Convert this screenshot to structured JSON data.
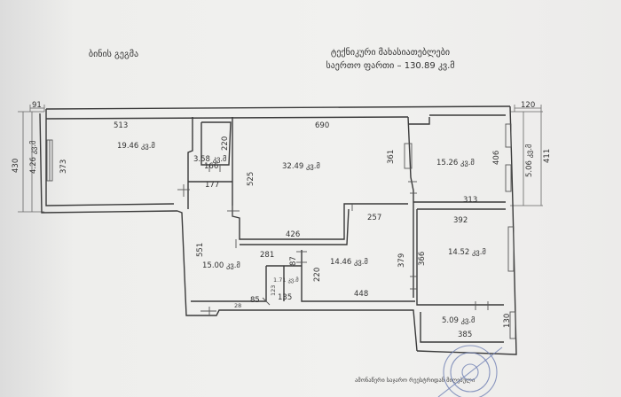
{
  "header": {
    "left_title": "ბინის გეგმა",
    "right_title": "ტექნიკური მახასიათებლები",
    "total_area": "საერთო ფართი – 130.89 კვ.მ"
  },
  "rooms": [
    {
      "id": "room-1",
      "area": "19.46 კვ.მ"
    },
    {
      "id": "room-2",
      "area": "3.58 კვ.მ"
    },
    {
      "id": "room-3",
      "area": "32.49 კვ.მ"
    },
    {
      "id": "room-4",
      "area": "15.26 კვ.მ"
    },
    {
      "id": "room-5",
      "area": "15.00 კვ.მ"
    },
    {
      "id": "room-6",
      "area": "14.46 კვ.მ"
    },
    {
      "id": "room-7",
      "area": "14.52 კვ.მ"
    },
    {
      "id": "room-8",
      "area": "5.09 კვ.მ"
    },
    {
      "id": "room-9",
      "area": "1.71 კვ.მ"
    },
    {
      "id": "room-10",
      "area": "4.26 კვ.მ"
    },
    {
      "id": "room-11",
      "area": "5.06 კვ.მ"
    }
  ],
  "dims": {
    "d91": "91",
    "d120": "120",
    "d513": "513",
    "d690": "690",
    "d430": "430",
    "d373": "373",
    "d220": "220",
    "d166": "166",
    "d177": "177",
    "d525": "525",
    "d361": "361",
    "d406": "406",
    "d411": "411",
    "d313": "313",
    "d257": "257",
    "d392": "392",
    "d426": "426",
    "d551": "551",
    "d281": "281",
    "d87": "87",
    "d220b": "220",
    "d379": "379",
    "d366": "366",
    "d123": "123",
    "d85": "85",
    "d135": "135",
    "d448": "448",
    "d28": "28",
    "d130": "130",
    "d385": "385"
  },
  "footer": {
    "note": "ამონაწერი საჯარო რეესტრიდან მიღებული"
  }
}
